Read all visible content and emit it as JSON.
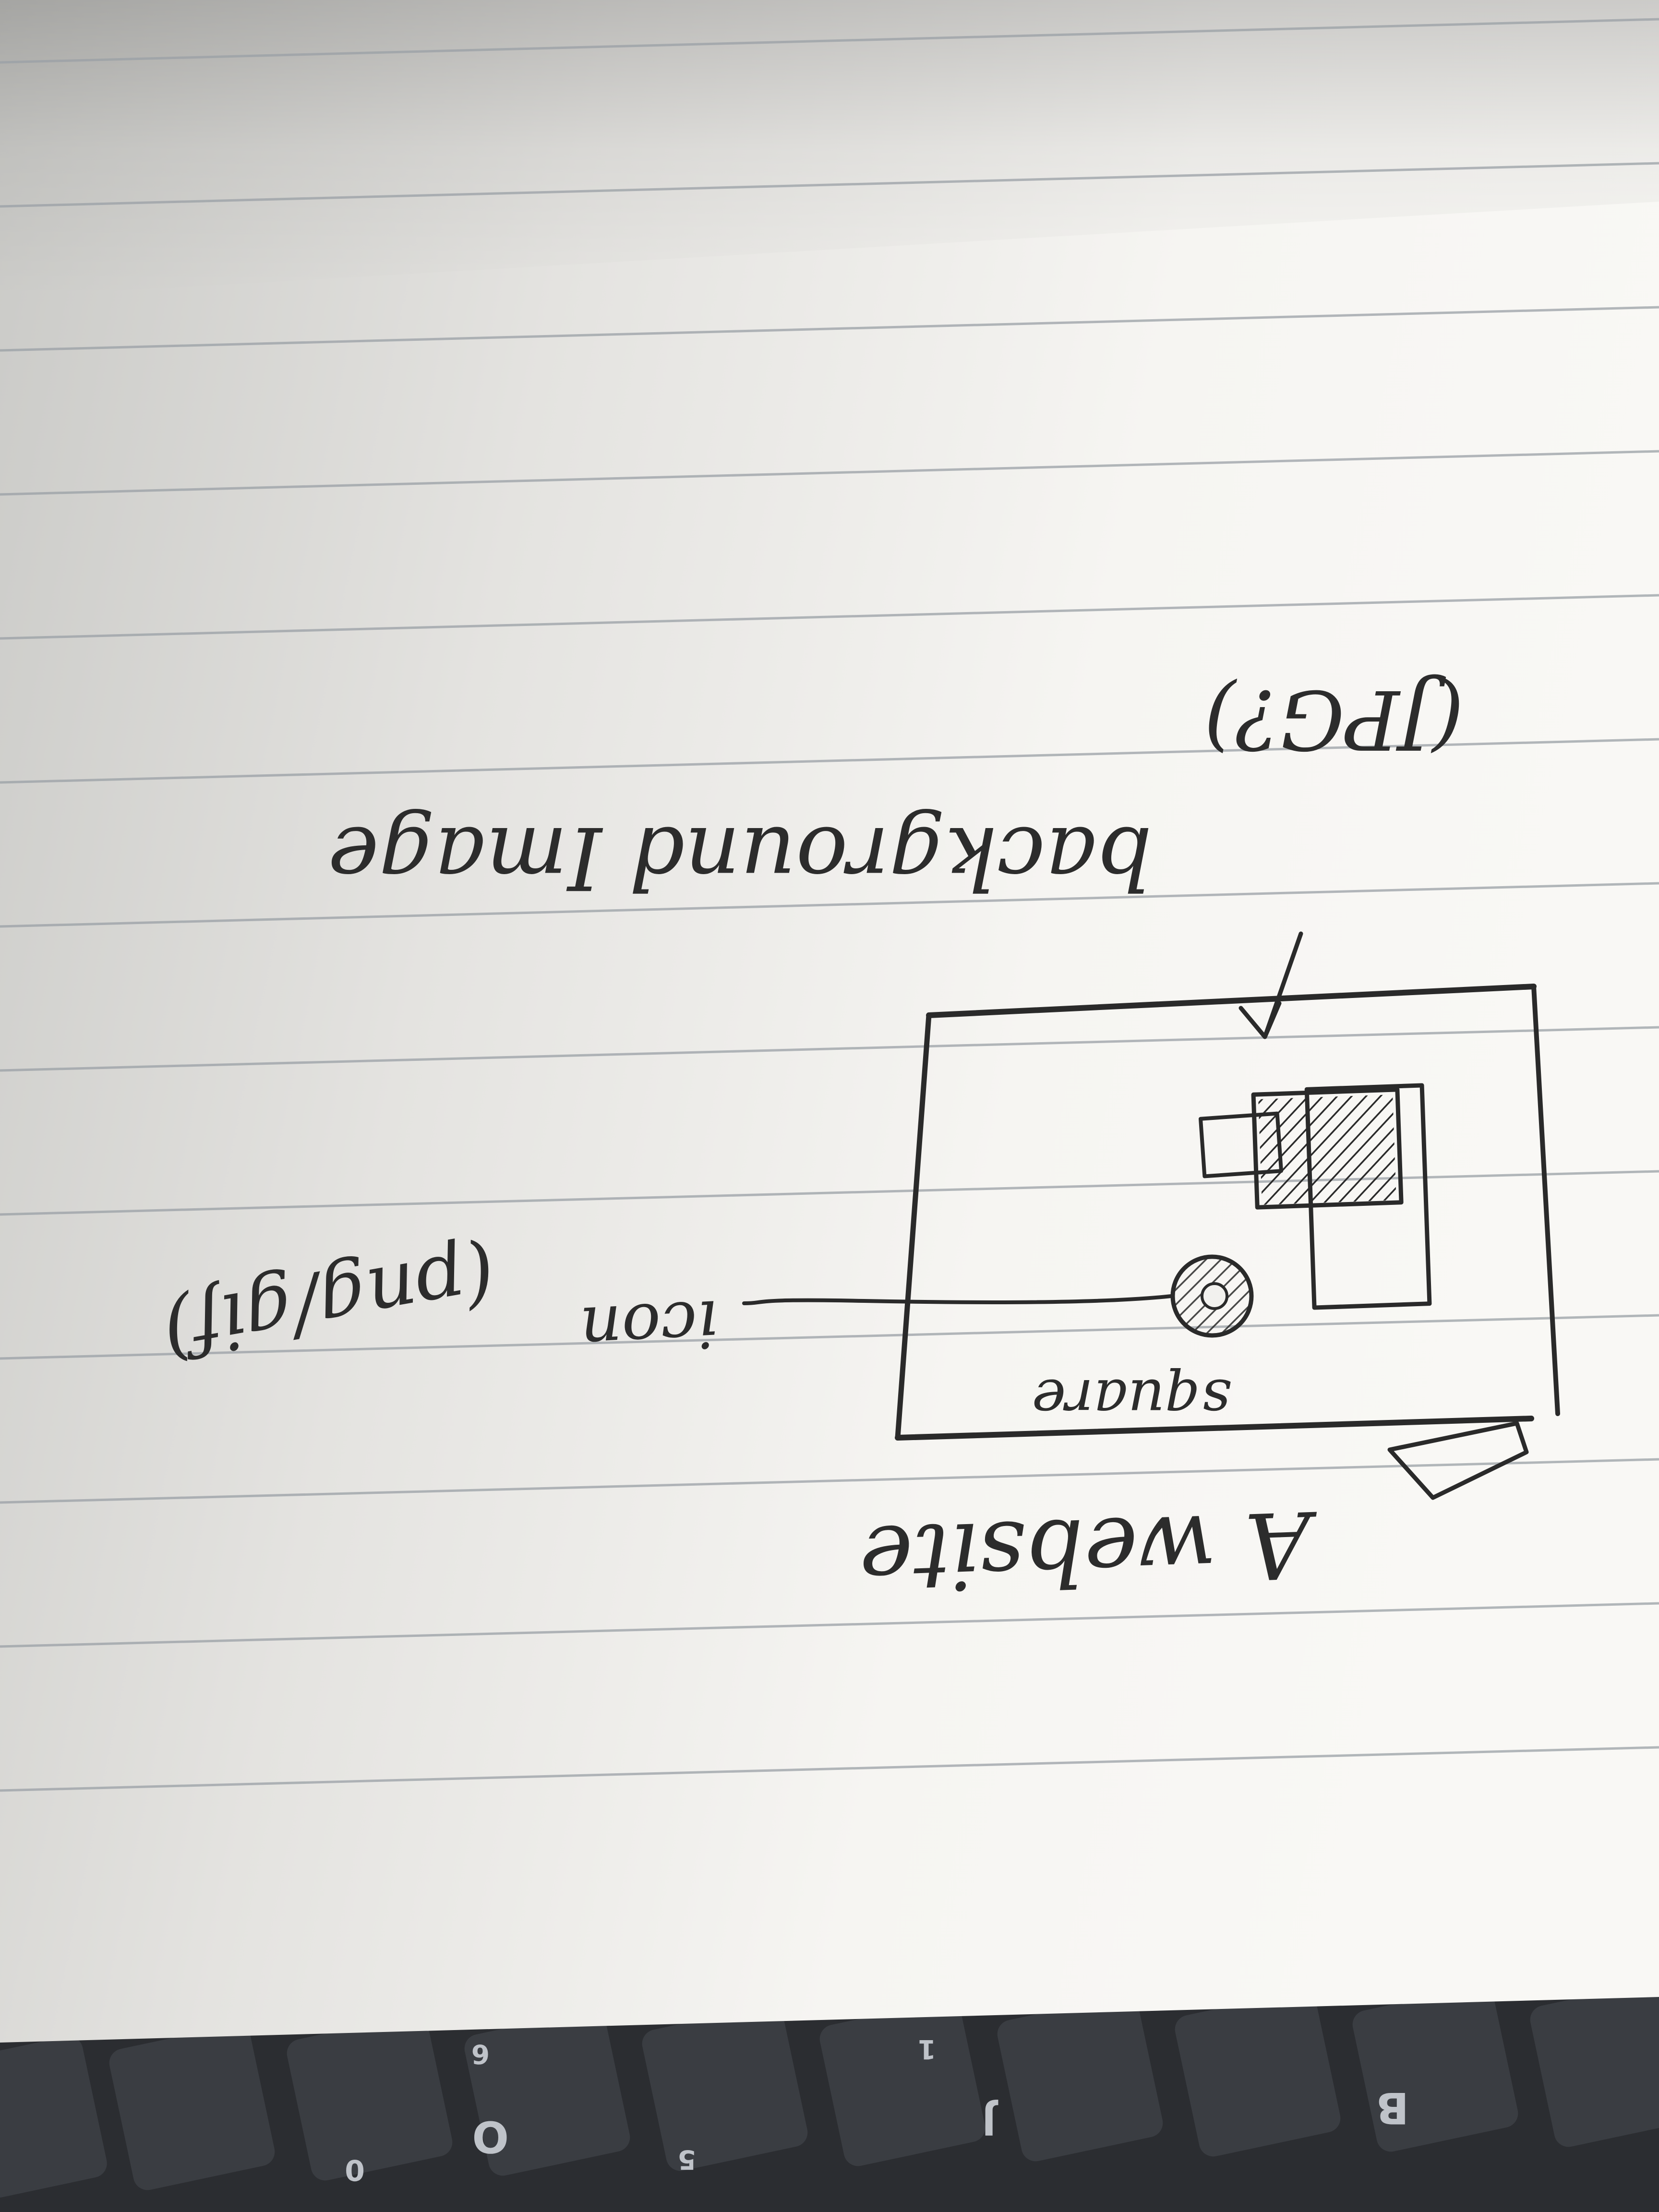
{
  "notebook": {
    "annotations": {
      "title": "A website",
      "square": "square",
      "icon": "icon",
      "icon_format": "(png/gif)",
      "background_line1": "background Image",
      "background_line2": "(JPG?)"
    }
  },
  "keyboard": {
    "keys": [
      "B",
      "J",
      "O",
      "5",
      "6",
      "1",
      "0"
    ]
  },
  "colors": {
    "paper_light": "#f7f6f3",
    "paper_shadow": "#d4d4d1",
    "rule_line": "#9aa0a6",
    "ink": "#2a2a2a",
    "keyboard": "#2b2d31",
    "key": "#3a3d42"
  }
}
